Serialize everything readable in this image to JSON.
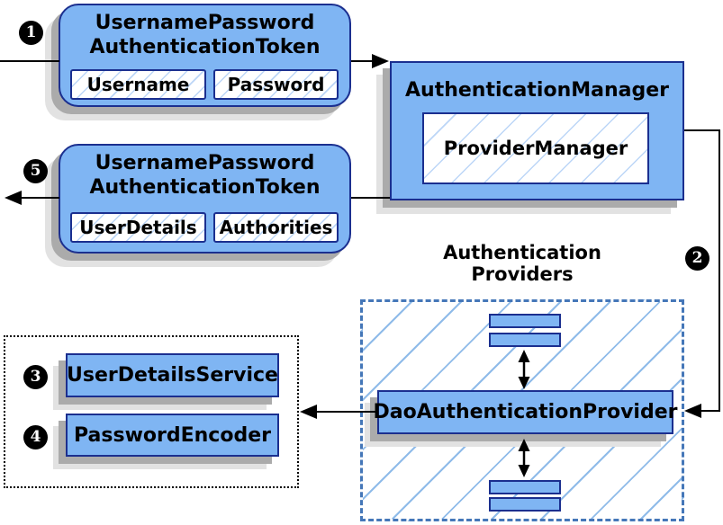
{
  "colors": {
    "node_fill": "#7FB5F3",
    "node_border": "#1B2F8F",
    "hatch_light": "#BCD6F7",
    "hatch_medium": "#8FBBE9",
    "dashed_border": "#4577B8",
    "shadow_dark": "#ABABAB",
    "shadow_light": "#E2E2E2",
    "arrow_color": "#000000",
    "badge_bg": "#000000",
    "badge_text": "#FFFFFF"
  },
  "badges": {
    "step1": "1",
    "step2": "2",
    "step3": "3",
    "step4": "4",
    "step5": "5"
  },
  "request_token": {
    "title_line1": "UsernamePassword",
    "title_line2": "AuthenticationToken",
    "field_username": "Username",
    "field_password": "Password"
  },
  "result_token": {
    "title_line1": "UsernamePassword",
    "title_line2": "AuthenticationToken",
    "field_userdetails": "UserDetails",
    "field_authorities": "Authorities"
  },
  "authentication_manager": {
    "title": "AuthenticationManager",
    "inner": "ProviderManager"
  },
  "providers": {
    "label_line1": "Authentication",
    "label_line2": "Providers",
    "main_provider": "DaoAuthenticationProvider"
  },
  "services": {
    "user_details_service": "UserDetailsService",
    "password_encoder": "PasswordEncoder"
  }
}
